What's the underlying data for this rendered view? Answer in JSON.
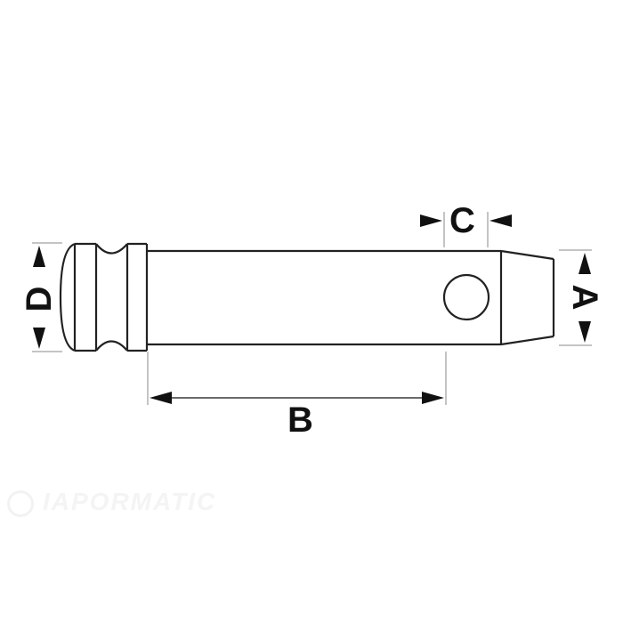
{
  "diagram": {
    "subject": "clevis pin with groove and cross hole",
    "labels": {
      "a": "A",
      "b": "B",
      "c": "C",
      "d": "D"
    },
    "watermark": "IAPORMATIC",
    "colors": {
      "line": "#222222",
      "arrow": "#111111",
      "background": "#ffffff",
      "watermark": "#f2f2f2"
    }
  }
}
